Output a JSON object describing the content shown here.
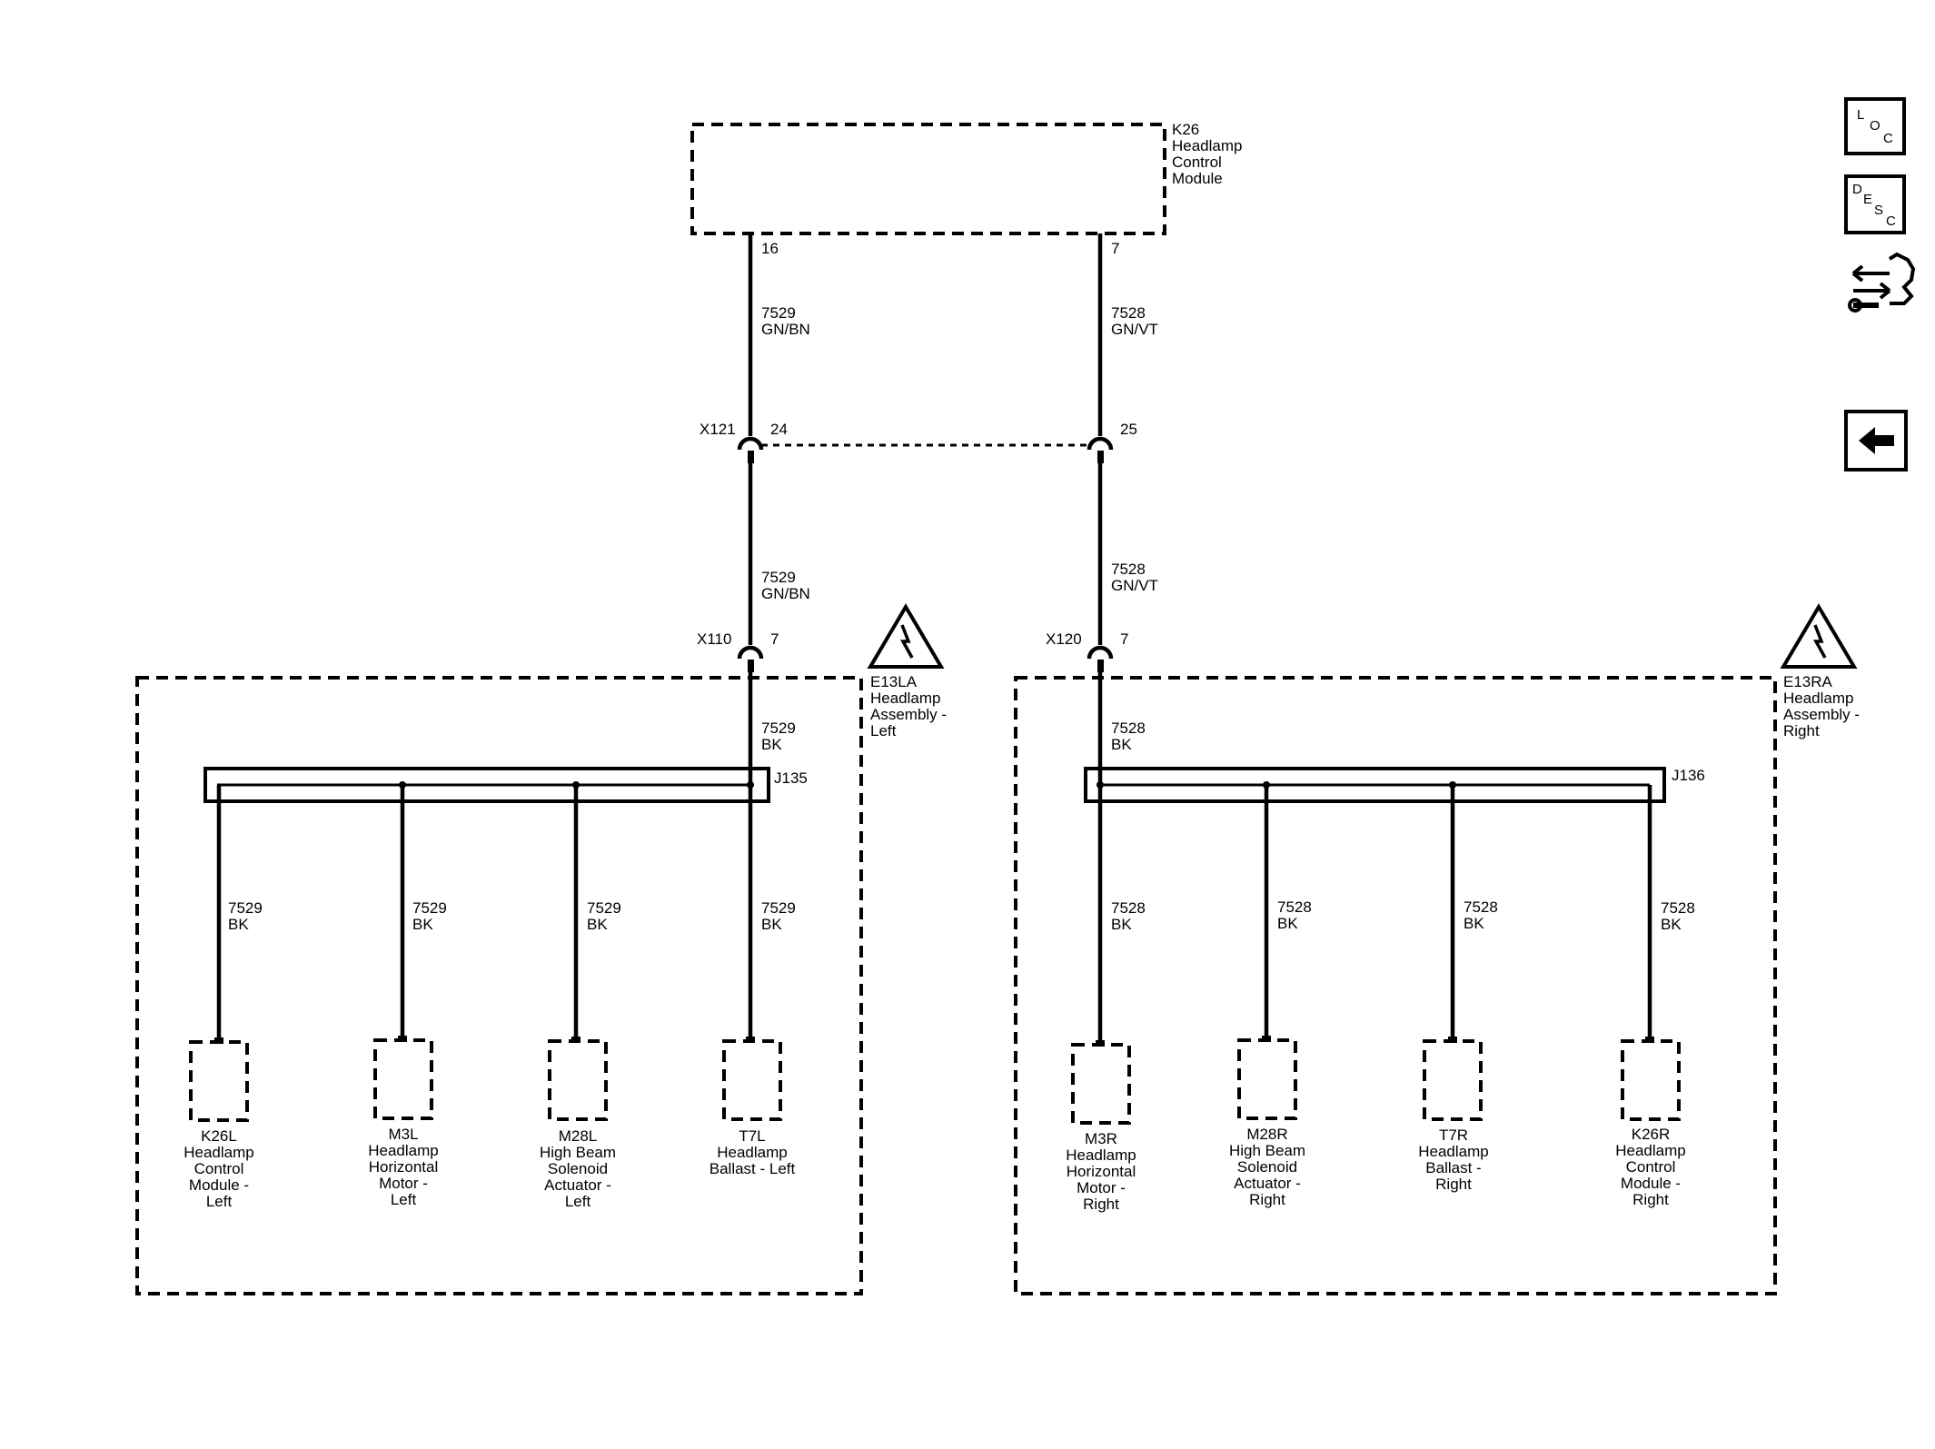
{
  "module_top": {
    "labels": [
      "K26",
      "Headlamp",
      "Control",
      "Module"
    ],
    "pin_left": "16",
    "pin_right": "7"
  },
  "wires_upper": {
    "left": [
      "7529",
      "GN/BN"
    ],
    "right": [
      "7528",
      "GN/VT"
    ]
  },
  "connector_x121": {
    "name": "X121",
    "pin_left": "24",
    "pin_right": "25"
  },
  "wires_middle": {
    "left": [
      "7529",
      "GN/BN"
    ],
    "right": [
      "7528",
      "GN/VT"
    ]
  },
  "left_assembly": {
    "connector": "X110",
    "connector_pin": "7",
    "labels": [
      "E13LA",
      "Headlamp",
      "Assembly -",
      "Left"
    ],
    "entry_wire": [
      "7529",
      "BK"
    ],
    "splice": "J135",
    "branch_wire": [
      "7529",
      "BK"
    ],
    "components": [
      [
        "K26L",
        "Headlamp",
        "Control",
        "Module -",
        "Left"
      ],
      [
        "M3L",
        "Headlamp",
        "Horizontal",
        "Motor -",
        "Left"
      ],
      [
        "M28L",
        "High Beam",
        "Solenoid",
        "Actuator -",
        "Left"
      ],
      [
        "T7L",
        "Headlamp",
        "Ballast - Left"
      ]
    ]
  },
  "right_assembly": {
    "connector": "X120",
    "connector_pin": "7",
    "labels": [
      "E13RA",
      "Headlamp",
      "Assembly -",
      "Right"
    ],
    "entry_wire": [
      "7528",
      "BK"
    ],
    "splice": "J136",
    "branch_wire": [
      "7528",
      "BK"
    ],
    "components": [
      [
        "M3R",
        "Headlamp",
        "Horizontal",
        "Motor -",
        "Right"
      ],
      [
        "M28R",
        "High Beam",
        "Solenoid",
        "Actuator -",
        "Right"
      ],
      [
        "T7R",
        "Headlamp",
        "Ballast -",
        "Right"
      ],
      [
        "K26R",
        "Headlamp",
        "Control",
        "Module -",
        "Right"
      ]
    ]
  },
  "nav_buttons": {
    "loc": [
      "L",
      "O",
      "C"
    ],
    "desc": [
      "D",
      "E",
      "S",
      "C"
    ],
    "icons": [
      "connector-repair-icon",
      "back-arrow-icon"
    ]
  }
}
